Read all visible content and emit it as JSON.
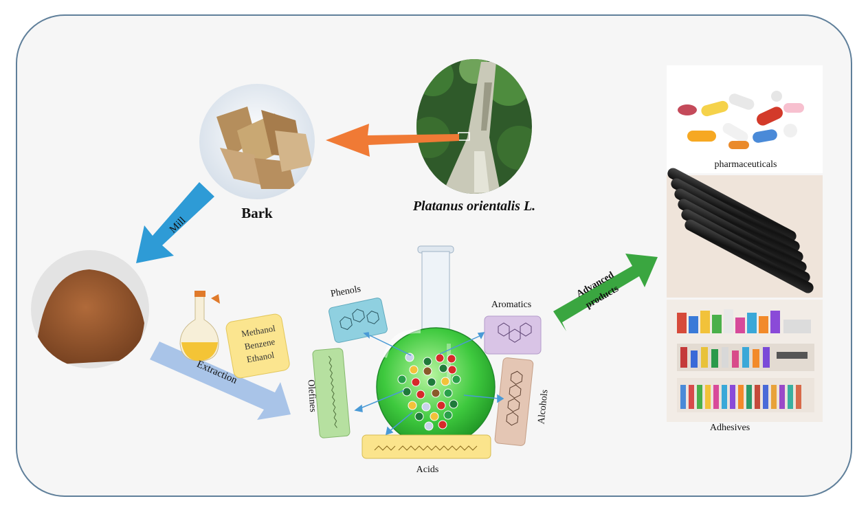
{
  "tree": {
    "label": "Platanus orientalis L."
  },
  "bark": {
    "label": "Bark"
  },
  "mill": {
    "label": "Mill"
  },
  "extraction": {
    "label": "Extraction"
  },
  "solvents": [
    "Methanol",
    "Benzene",
    "Ethanol"
  ],
  "compound_classes": {
    "phenols": "Phenols",
    "aromatics": "Aromatics",
    "olefines": "Olefines",
    "alcohols": "Alcohols",
    "acids": "Acids"
  },
  "advanced": {
    "line1": "Advanced",
    "line2": "products"
  },
  "products": {
    "pharmaceuticals": "pharmaceuticals",
    "adhesives": "Adhesives"
  },
  "colors": {
    "frame": "#5f7f9a",
    "background": "#f6f6f6",
    "tree_arrow": "#f07a35",
    "mill_arrow": "#2e9bd6",
    "extraction_arrow": "#a9c4e8",
    "advanced_arrow": "#3aa640",
    "flask_liquid": "#3ec93e",
    "phenols_box": "#8fd0e0",
    "aromatics_box": "#d9c4e6",
    "olefines_box": "#b6e0a0",
    "alcohols_box": "#e4c6b4",
    "acids_box": "#fbe48c",
    "solvent_box": "#fbe58f"
  }
}
